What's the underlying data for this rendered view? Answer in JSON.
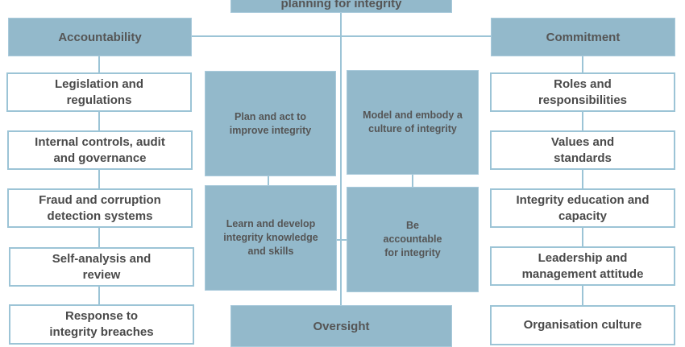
{
  "top": {
    "label": "planning for integrity"
  },
  "left": {
    "header": "Accountability",
    "items": [
      "Legislation and regulations",
      "Internal controls, audit and governance",
      "Fraud and corruption detection systems",
      "Self-analysis and review",
      "Response to integrity breaches"
    ]
  },
  "right": {
    "header": "Commitment",
    "items": [
      "Roles and responsibilities",
      "Values and standards",
      "Integrity education and capacity",
      "Leadership and management attitude",
      "Organisation culture"
    ]
  },
  "center": {
    "items": [
      "Plan and act to improve integrity",
      "Model and embody a culture of integrity",
      "Learn and develop integrity knowledge and skills",
      "Be accountable for integrity"
    ]
  },
  "bottom": {
    "label": "Oversight"
  },
  "colors": {
    "fill": "#93b9cb",
    "border": "#9cc4d6",
    "text": "#555555"
  }
}
